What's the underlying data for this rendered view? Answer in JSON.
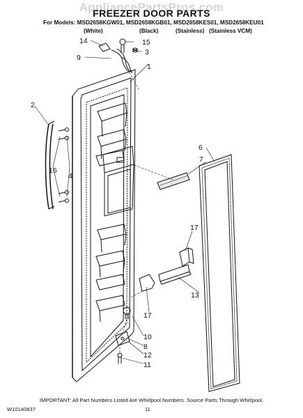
{
  "watermark": "AppliancePartsPros.com",
  "title": "FREEZER DOOR PARTS",
  "models_line": "For Models: MSD2658KGW01, MSD2658KGB01, MSD2658KES01, MSD2658KEU01",
  "color_variants": [
    "(White)",
    "(Black)",
    "(Stainless)",
    "(Stainless VCM)"
  ],
  "callouts": [
    "14",
    "15",
    "9",
    "3",
    "1",
    "2",
    "16",
    "4",
    "6",
    "7",
    "17",
    "13",
    "17",
    "10",
    "8",
    "12",
    "11"
  ],
  "footer": {
    "note": "IMPORTANT: All Part Numbers Listed Are Whirlpool Numbers. Source Parts Through Whirlpool.",
    "part_number": "W10140837",
    "page_number": "11"
  }
}
